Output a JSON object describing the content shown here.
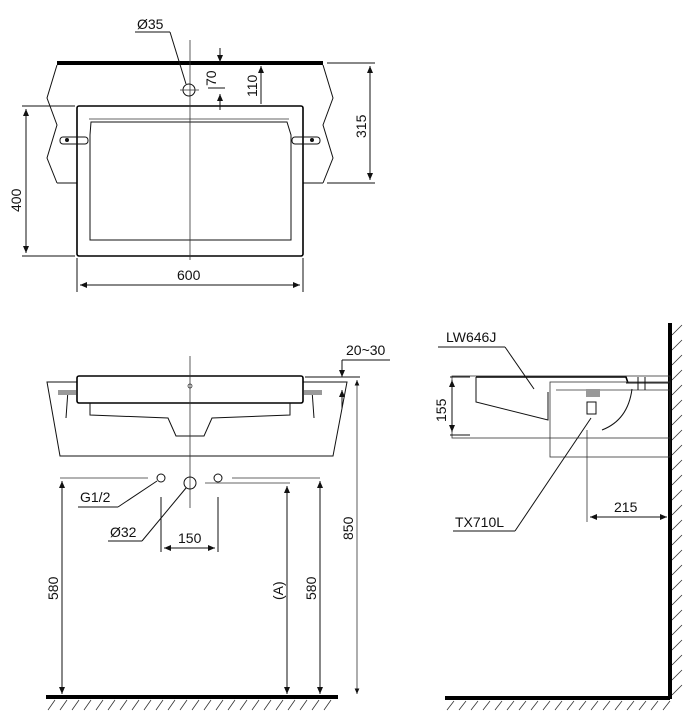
{
  "drawing": {
    "top_view": {
      "hole_diameter": "Ø35",
      "dim_hole_offset": "70",
      "dim_wall_to_basin": "110",
      "dim_mount_depth": "315",
      "dim_depth": "400",
      "dim_width": "600"
    },
    "front_view": {
      "dim_counter_thickness": "20~30",
      "supply_thread": "G1/2",
      "drain_diameter": "Ø32",
      "dim_supply_spacing": "150",
      "dim_height_total": "850",
      "dim_supply_height_left": "580",
      "dim_drain_height": "(A)",
      "dim_supply_height_right": "580"
    },
    "side_view": {
      "basin_model": "LW646J",
      "fitting_model": "TX710L",
      "dim_basin_height": "155",
      "dim_drain_from_wall": "215"
    }
  }
}
